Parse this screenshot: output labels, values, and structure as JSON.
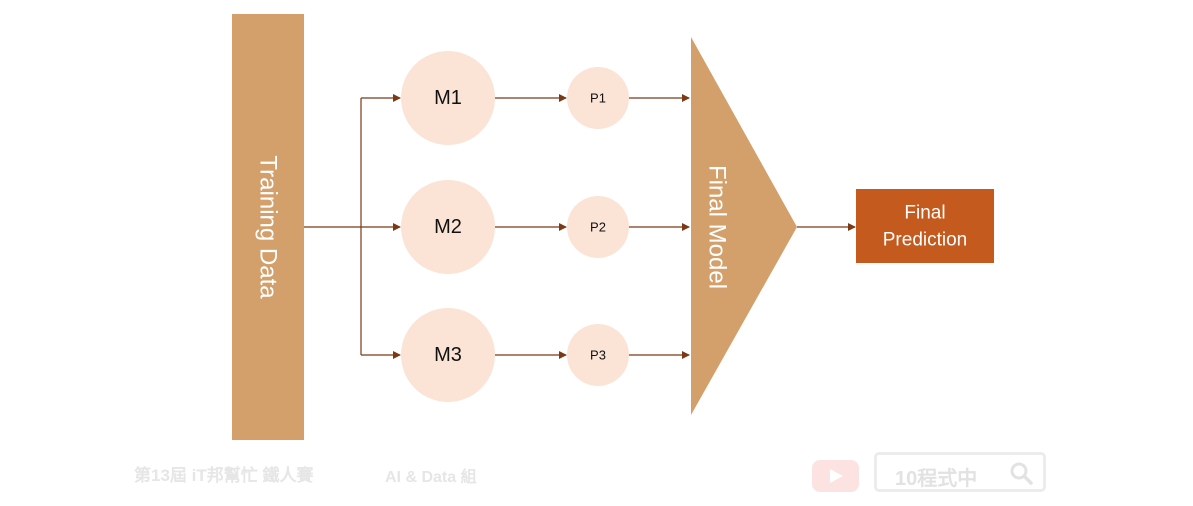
{
  "diagram": {
    "training_data_label": "Training Data",
    "models": [
      "M1",
      "M2",
      "M3"
    ],
    "predictions": [
      "P1",
      "P2",
      "P3"
    ],
    "final_model_label": "Final Model",
    "final_prediction_lines": [
      "Final",
      "Prediction"
    ]
  },
  "footer": {
    "event_text": "第13屆 iT邦幫忙 鐵人賽",
    "group_text": "AI & Data 組",
    "search_text": "10程式中"
  },
  "icons": {
    "video": "youtube-play-icon",
    "search": "magnifier-icon"
  },
  "colors": {
    "training_bar": "#d39f6a",
    "model_circle": "#fbe3d6",
    "final_model": "#d39f6a",
    "final_prediction": "#c55a1f",
    "arrow": "#7a3a16"
  }
}
